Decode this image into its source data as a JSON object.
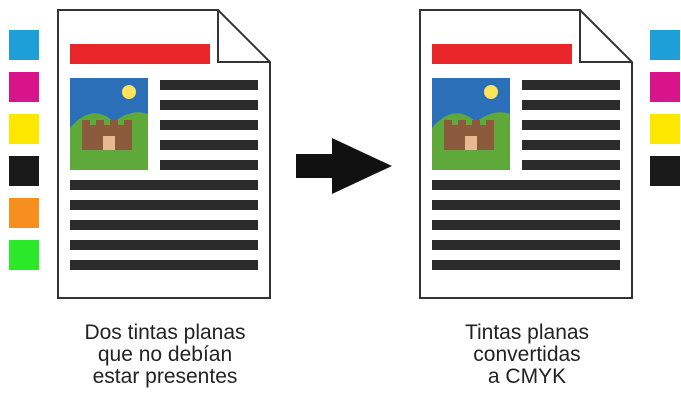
{
  "swatches": {
    "cyan": "#1e9fd8",
    "magenta": "#d9148a",
    "yellow": "#ffe800",
    "black": "#1a1a1a",
    "orange": "#f78f1e",
    "green": "#2be82b"
  },
  "colors": {
    "header_bar": "#e8262a",
    "text_line": "#2b2b2b",
    "page_border": "#333333",
    "arrow": "#111111",
    "sky": "#2a6fb8",
    "hill": "#5fa83a",
    "sun": "#ffe45a",
    "castle": "#8b5a3c"
  },
  "left_doc": {
    "swatches": [
      "cyan",
      "magenta",
      "yellow",
      "black",
      "orange",
      "green"
    ],
    "caption": [
      "Dos tintas planas",
      "que no debían",
      "estar presentes"
    ]
  },
  "right_doc": {
    "swatches": [
      "cyan",
      "magenta",
      "yellow",
      "black"
    ],
    "caption": [
      "Tintas planas",
      "convertidas",
      "a CMYK"
    ]
  },
  "arrow_icon": "right-arrow-icon"
}
